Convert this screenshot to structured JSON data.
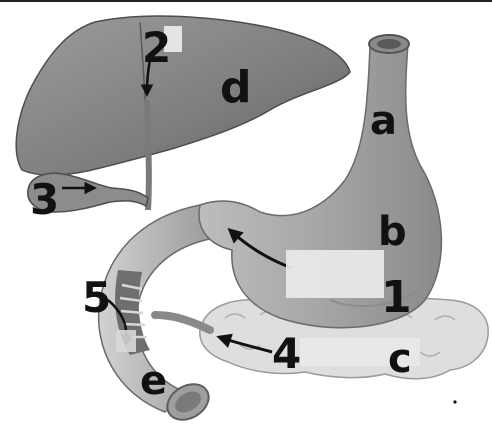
{
  "labels": {
    "a": "a",
    "b": "b",
    "c": "c",
    "d": "d",
    "e": "e",
    "n1": "1",
    "n2": "2",
    "n3": "3",
    "n4": "4",
    "n5": "5"
  },
  "colors": {
    "organ_fill": "#8f8f8f",
    "organ_light": "#c8c8c8",
    "organ_dark": "#5f5f5f",
    "pancreas": "#dcdcdc",
    "ink": "#111111",
    "label_mask": "#e6e6e6"
  }
}
